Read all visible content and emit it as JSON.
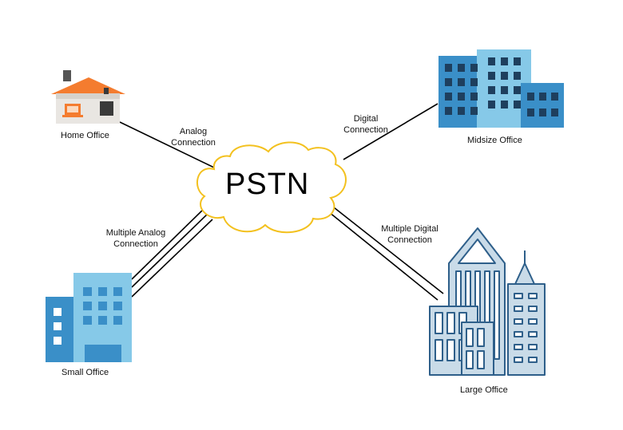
{
  "network": {
    "label": "PSTN"
  },
  "nodes": {
    "home": {
      "label": "Home Office"
    },
    "midsize": {
      "label": "Midsize Office"
    },
    "small": {
      "label": "Small Office"
    },
    "large": {
      "label": "Large Office"
    }
  },
  "connections": {
    "home": {
      "line1": "Analog",
      "line2": "Connection"
    },
    "midsize": {
      "line1": "Digital",
      "line2": "Connection"
    },
    "small": {
      "line1": "Multiple Analog",
      "line2": "Connection"
    },
    "large": {
      "line1": "Multiple Digital",
      "line2": "Connection"
    }
  },
  "colors": {
    "cloud_stroke": "#f3c11f",
    "roof": "#f47c2f",
    "building_dark": "#1e3f5e",
    "building_mid": "#3a8fc8",
    "building_light": "#86c9e8",
    "large_bg": "#c9dbe8"
  },
  "icons": [
    "house-icon",
    "midsize-buildings-icon",
    "small-building-icon",
    "skyscrapers-icon",
    "cloud-icon"
  ]
}
